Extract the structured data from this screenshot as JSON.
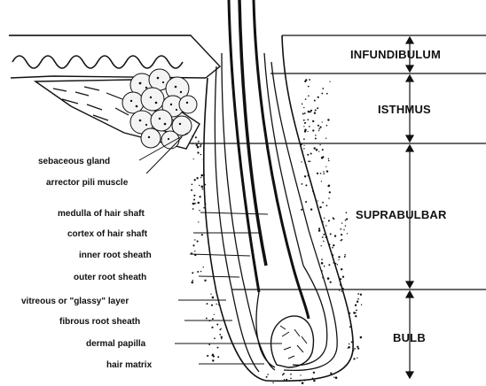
{
  "zones": {
    "infundibulum": "INFUNDIBULUM",
    "isthmus": "ISTHMUS",
    "suprabulbar": "SUPRABULBAR",
    "bulb": "BULB"
  },
  "labels": {
    "sebaceous_gland": "sebaceous gland",
    "arrector_pili_muscle": "arrector pili muscle",
    "medulla": "medulla of hair shaft",
    "cortex": "cortex of hair shaft",
    "inner_root_sheath": "inner root sheath",
    "outer_root_sheath": "outer root sheath",
    "vitreous_layer": "vitreous or \"glassy\" layer",
    "fibrous_root_sheath": "fibrous root sheath",
    "dermal_papilla": "dermal papilla",
    "hair_matrix": "hair matrix"
  },
  "colors": {
    "ink": "#111111",
    "background": "#ffffff"
  }
}
